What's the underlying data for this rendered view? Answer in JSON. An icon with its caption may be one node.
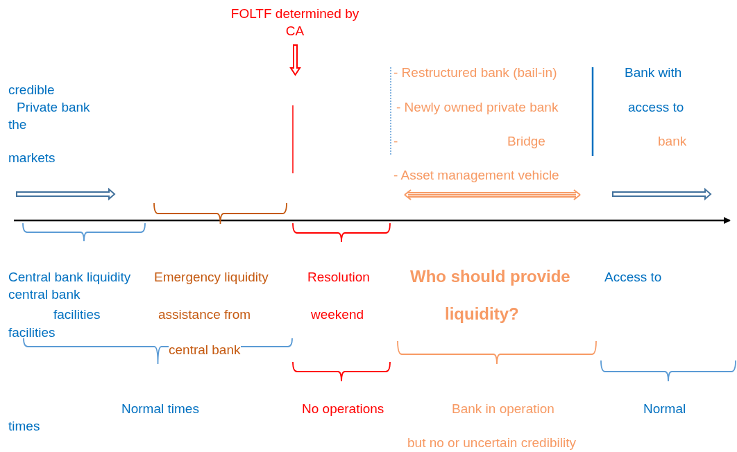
{
  "diagram": {
    "labels": [
      "FOLTF determined by CA",
      "credible",
      "Private bank",
      "the",
      "markets",
      "- Restructured bank (bail-in)",
      "Bank with",
      "- Newly owned private bank",
      "access to",
      "-",
      "Bridge",
      "bank",
      "- Asset management vehicle",
      "Central bank liquidity",
      "Emergency liquidity",
      "Resolution",
      "Who should provide",
      "Access to",
      "central bank",
      "facilities",
      "assistance from",
      "weekend",
      "liquidity?",
      "facilities",
      "central bank",
      "Normal times",
      "No operations",
      "Bank in operation",
      "Normal",
      "times",
      "but no or uncertain credibility"
    ]
  }
}
